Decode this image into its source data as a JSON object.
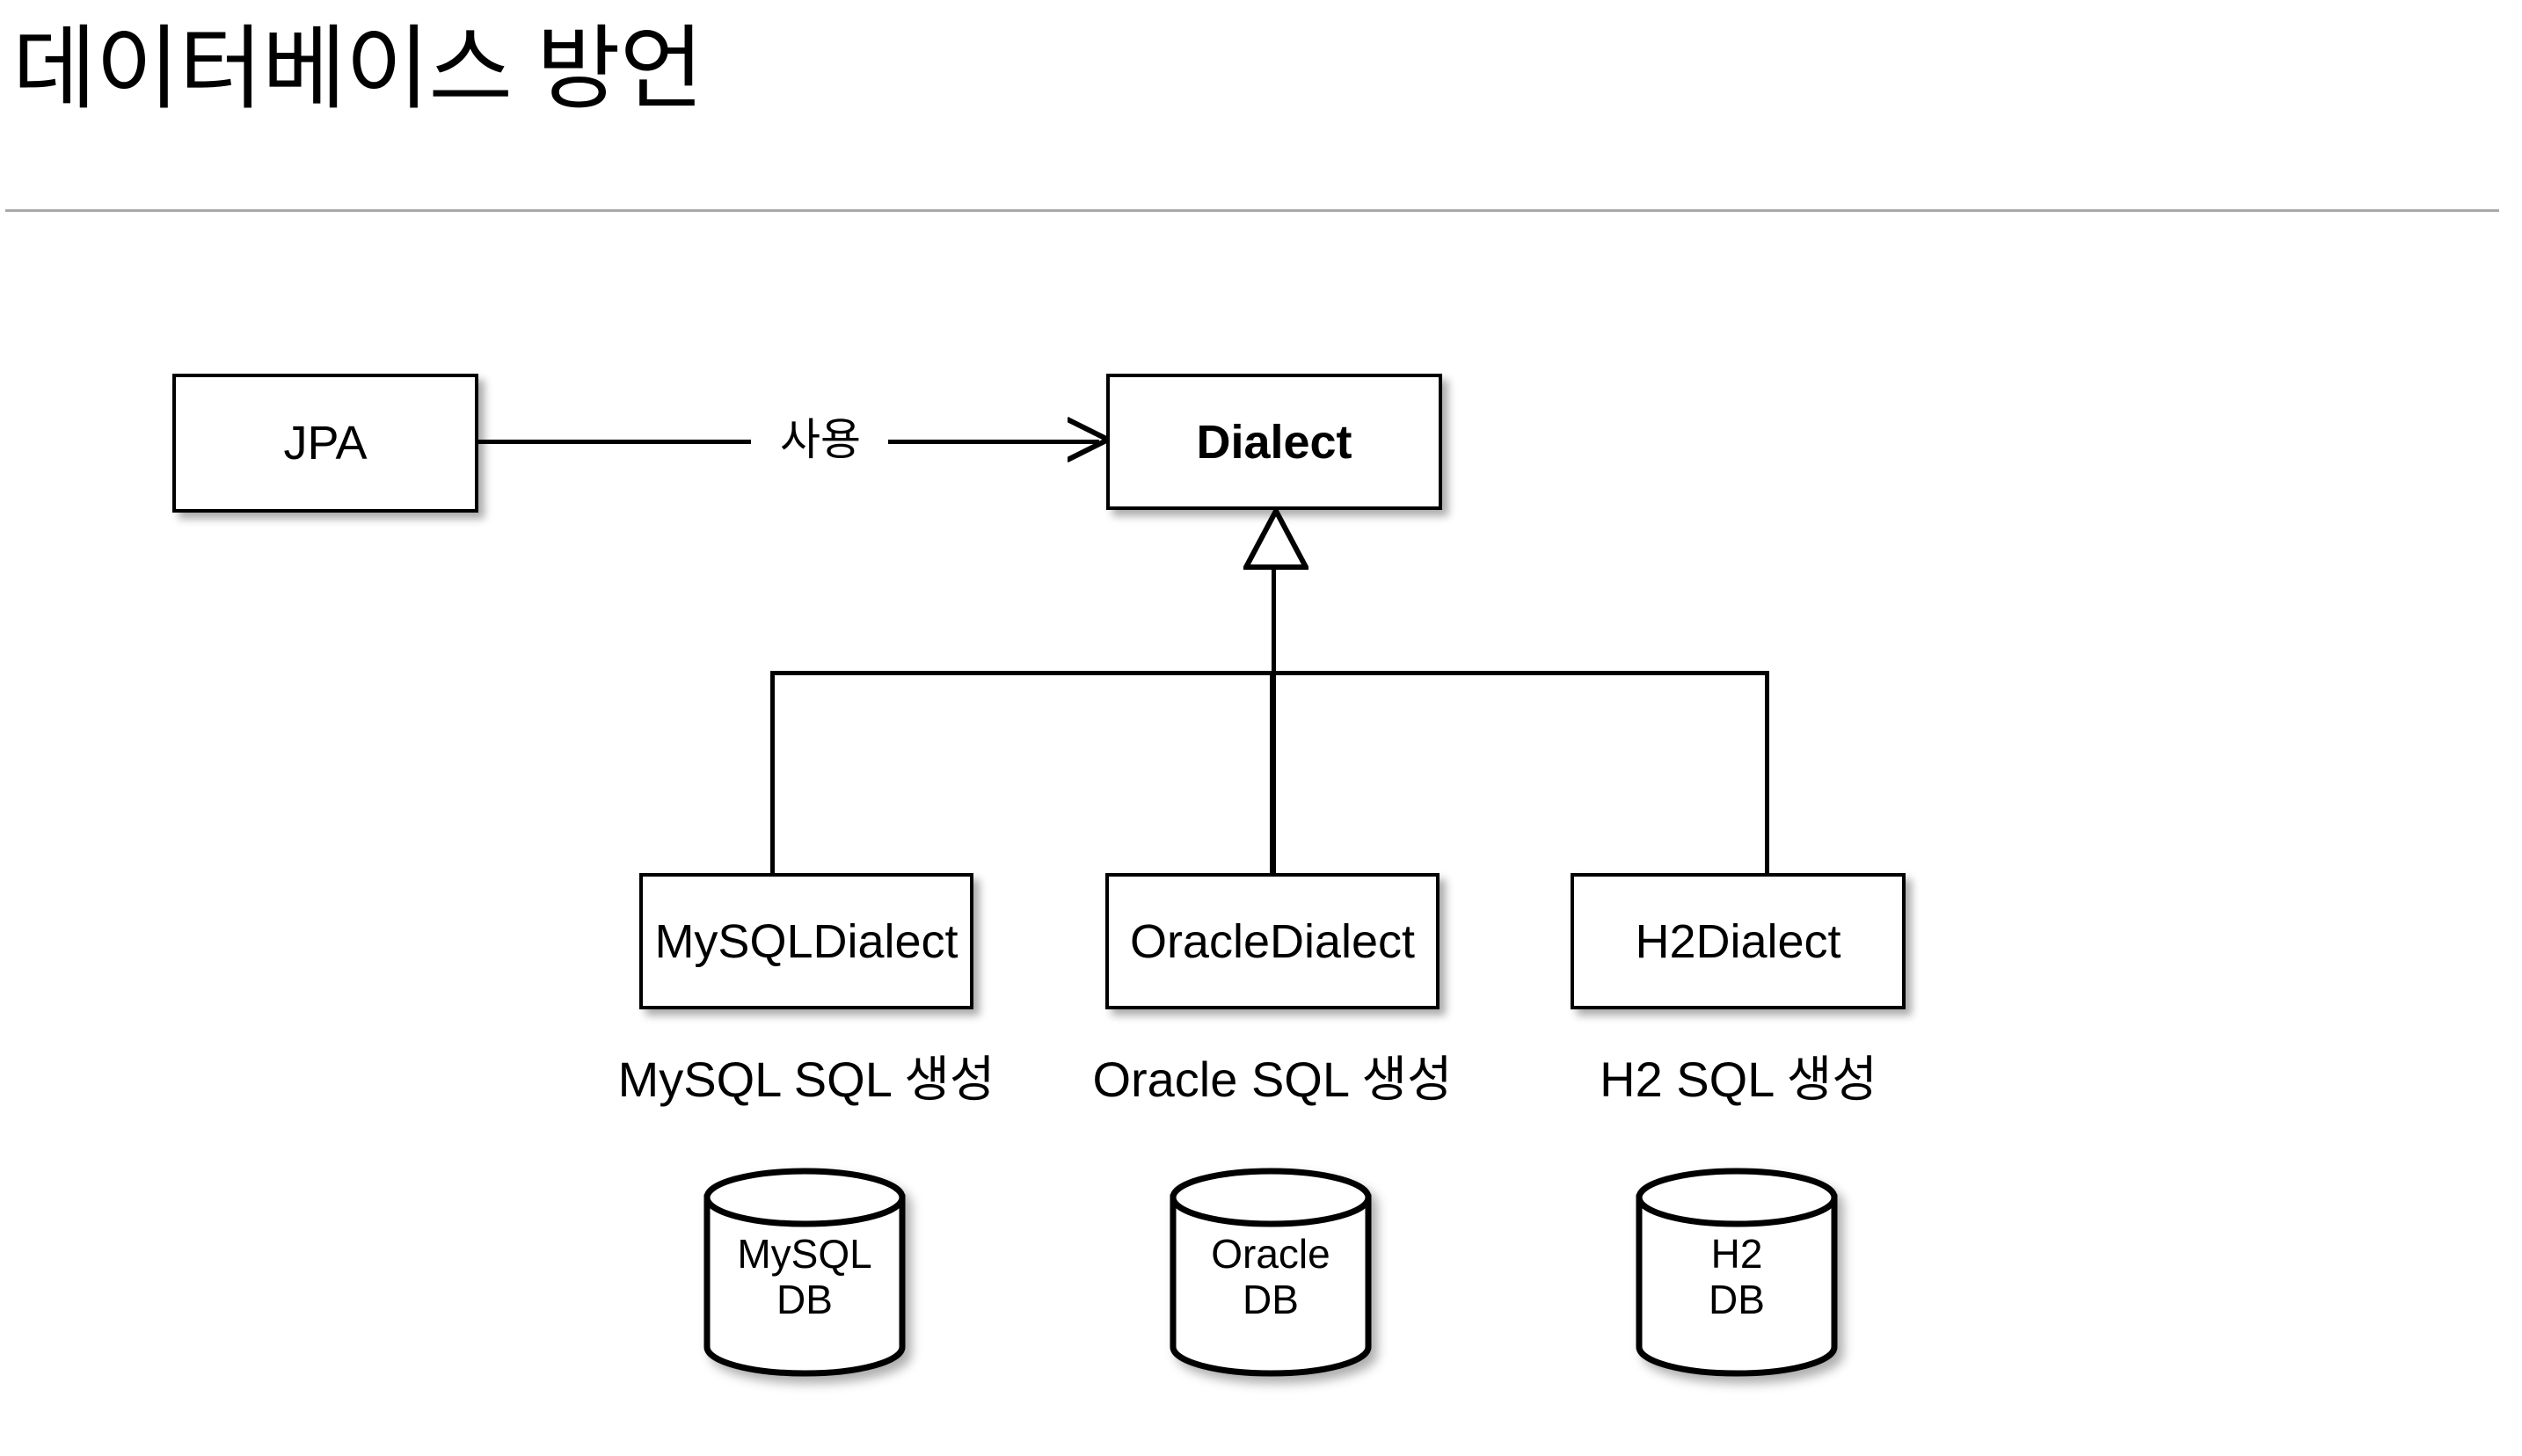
{
  "slide": {
    "title": "데이터베이스 방언",
    "background_color": "#ffffff",
    "rule_color": "#a9a9a9"
  },
  "diagram": {
    "type": "uml-class-diagram",
    "stroke_color": "#000000",
    "nodes": {
      "jpa": {
        "label": "JPA"
      },
      "dialect": {
        "label": "Dialect"
      },
      "mysql_dialect": {
        "label": "MySQLDialect"
      },
      "oracle_dialect": {
        "label": "OracleDialect"
      },
      "h2_dialect": {
        "label": "H2Dialect"
      }
    },
    "edges": {
      "association_label": "사용",
      "association_from": "JPA",
      "association_to": "Dialect",
      "inheritance_parent": "Dialect",
      "inheritance_children": [
        "MySQLDialect",
        "OracleDialect",
        "H2Dialect"
      ]
    },
    "captions": {
      "mysql": "MySQL SQL 생성",
      "oracle": "Oracle SQL 생성",
      "h2": "H2 SQL 생성"
    },
    "databases": [
      {
        "name": "MySQL",
        "line1": "MySQL",
        "line2": "DB"
      },
      {
        "name": "Oracle",
        "line1": "Oracle",
        "line2": "DB"
      },
      {
        "name": "H2",
        "line1": "H2",
        "line2": "DB"
      }
    ]
  }
}
